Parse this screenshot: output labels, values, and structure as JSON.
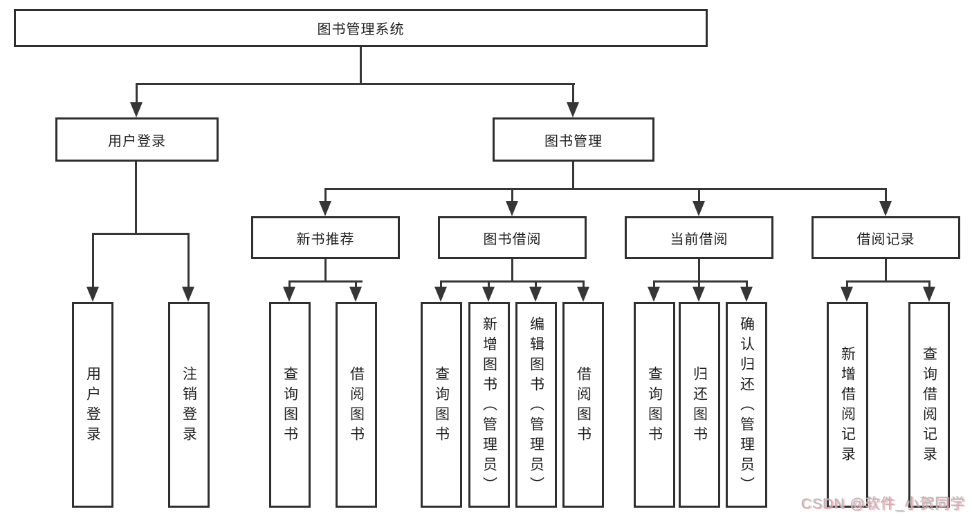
{
  "diagram": {
    "title": "图书管理系统",
    "branches": [
      {
        "label": "用户登录",
        "children": [
          {
            "label": "用户登录"
          },
          {
            "label": "注销登录"
          }
        ]
      },
      {
        "label": "图书管理",
        "children": [
          {
            "label": "新书推荐",
            "children": [
              {
                "label": "查询图书"
              },
              {
                "label": "借阅图书"
              }
            ]
          },
          {
            "label": "图书借阅",
            "children": [
              {
                "label": "查询图书"
              },
              {
                "label": "新增图书（管理员）"
              },
              {
                "label": "编辑图书（管理员）"
              },
              {
                "label": "借阅图书"
              }
            ]
          },
          {
            "label": "当前借阅",
            "children": [
              {
                "label": "查询图书"
              },
              {
                "label": "归还图书"
              },
              {
                "label": "确认归还（管理员）"
              }
            ]
          },
          {
            "label": "借阅记录",
            "children": [
              {
                "label": "新增借阅记录"
              },
              {
                "label": "查询借阅记录"
              }
            ]
          }
        ]
      }
    ]
  },
  "watermark": {
    "text": "CSDN @软件_小贺同学"
  },
  "colors": {
    "line": "#363636",
    "box_border": "#2f2f2f",
    "text": "#1f1f1f",
    "background": "#ffffff",
    "watermark_grey": "#b3b6ba",
    "watermark_pink": "#f2a6ad"
  }
}
